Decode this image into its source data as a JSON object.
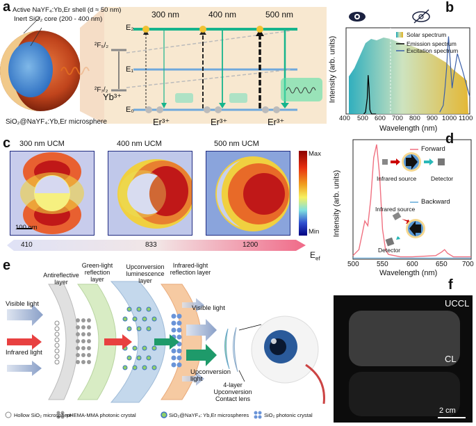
{
  "panels": {
    "a": "a",
    "b": "b",
    "c": "c",
    "d": "d",
    "e": "e",
    "f": "f"
  },
  "a": {
    "shell_label": "Active NaYF₄:Yb,Er shell (d ≈ 50 nm)",
    "core_label": "Inert SiO₂ core (200 - 400 nm)",
    "microsphere_label": "SiO₂@NaYF₄:Yb,Er microsphere",
    "yb_label": "Yb³⁺",
    "f52": "²F₅/₂",
    "f72": "²F₇/₂",
    "wavelengths": [
      "300 nm",
      "400 nm",
      "500 nm"
    ],
    "levels": [
      "E₂",
      "E₁",
      "E₀"
    ],
    "er_label": "Er³⁺"
  },
  "b": {
    "legend": [
      "Solar spectrum",
      "Emission spectrum",
      "Excitation spectrum"
    ],
    "ylabel": "Intensity (arb. units)",
    "xlabel": "Wavelength (nm)",
    "xticks": [
      "400",
      "500",
      "600",
      "700",
      "800",
      "900",
      "1000",
      "1100"
    ]
  },
  "c": {
    "titles": [
      "300 nm UCM",
      "400 nm UCM",
      "500 nm UCM"
    ],
    "scalebar": "100 nm",
    "cbar_max": "Max",
    "cbar_min": "Min",
    "bar_ticks": [
      "410",
      "833",
      "1200"
    ],
    "bar_label": "E",
    "bar_label_sub": "ef"
  },
  "d": {
    "ylabel": "Intensity (arb. units)",
    "xlabel": "Wavelength (nm)",
    "xticks": [
      "500",
      "550",
      "600",
      "650",
      "700"
    ],
    "legend": [
      "Forward",
      "Backward"
    ],
    "labels": {
      "ir_top": "Infrared source",
      "det_top": "Detector",
      "ir_bot": "Infrared source",
      "det_bot": "Detector"
    }
  },
  "e": {
    "layers": [
      "Antireflective layer",
      "Green-light reflection layer",
      "Upconversion luminescence layer",
      "Infrared-light reflection layer"
    ],
    "visible_left": "Visible light",
    "infrared": "Infrared light",
    "visible_right": "Visible light",
    "upconversion": "Upconversion light",
    "lens": "4-layer Upconversion Contact lens",
    "legend": [
      "Hollow SiO₂ microsphere",
      "pHEMA-MMA photonic crystal",
      "SiO₂@NaYF₄: Yb,Er microspheres",
      "SiO₂ photonic crystal"
    ]
  },
  "f": {
    "top": "UCCL",
    "bottom": "CL",
    "scalebar": "2 cm"
  },
  "chart_data": [
    {
      "type": "line",
      "panel": "b",
      "xlabel": "Wavelength (nm)",
      "ylabel": "Intensity (arb. units)",
      "xlim": [
        400,
        1100
      ],
      "series": [
        {
          "name": "Emission spectrum",
          "x": [
            500,
            510,
            520,
            525,
            530,
            535,
            540,
            545,
            550,
            560,
            570
          ],
          "values": [
            0.0,
            0.02,
            0.18,
            0.45,
            0.3,
            0.05,
            0.02,
            0.0,
            0.0,
            0.0,
            0.0
          ]
        },
        {
          "name": "Excitation spectrum",
          "x": [
            930,
            950,
            960,
            970,
            975,
            980,
            990,
            1000,
            1010,
            1030,
            1060,
            1100
          ],
          "values": [
            0.02,
            0.1,
            0.3,
            0.55,
            0.75,
            0.9,
            0.6,
            0.3,
            0.45,
            0.7,
            0.5,
            0.2
          ]
        }
      ]
    },
    {
      "type": "line",
      "panel": "d",
      "xlabel": "Wavelength (nm)",
      "ylabel": "Intensity (arb. units)",
      "xlim": [
        500,
        700
      ],
      "series": [
        {
          "name": "Forward",
          "x": [
            500,
            510,
            515,
            520,
            525,
            530,
            535,
            540,
            545,
            550,
            555,
            560,
            580,
            600,
            640,
            650,
            655,
            660,
            670,
            700
          ],
          "values": [
            0.03,
            0.08,
            0.2,
            0.32,
            0.28,
            0.5,
            0.85,
            0.96,
            0.7,
            0.25,
            0.08,
            0.04,
            0.02,
            0.02,
            0.03,
            0.06,
            0.08,
            0.05,
            0.02,
            0.02
          ]
        },
        {
          "name": "Backward",
          "x": [
            500,
            550,
            600,
            650,
            700
          ],
          "values": [
            0.01,
            0.01,
            0.01,
            0.01,
            0.01
          ]
        }
      ]
    }
  ]
}
